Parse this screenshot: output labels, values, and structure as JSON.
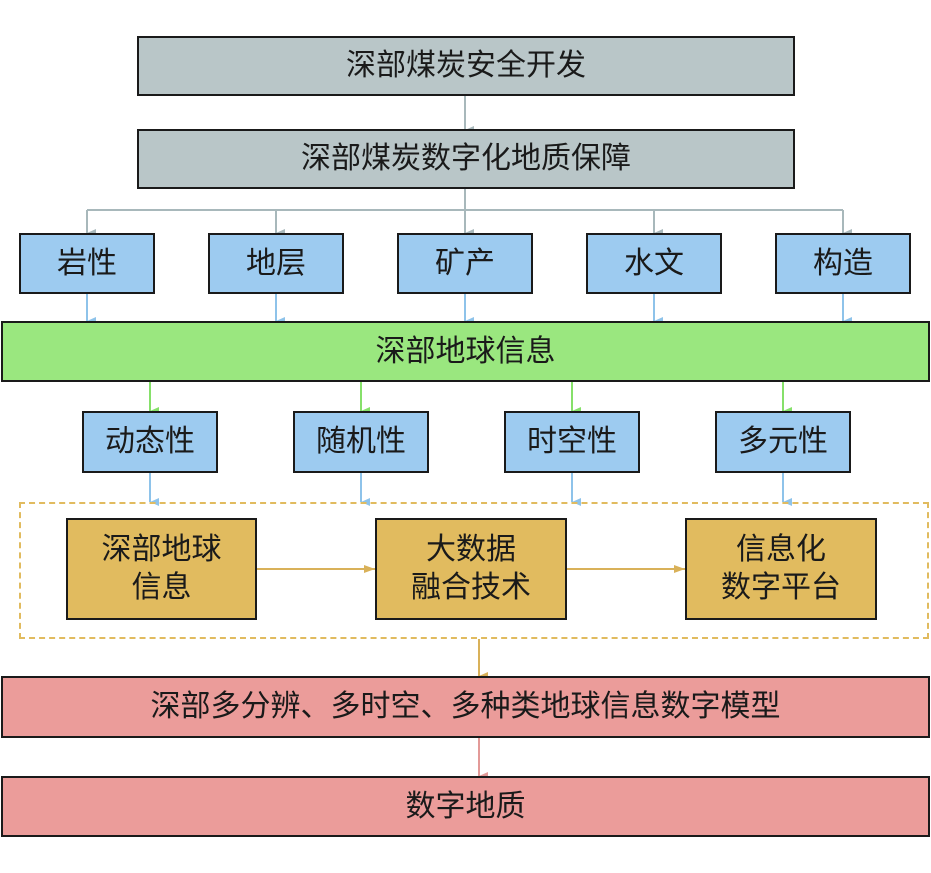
{
  "colors": {
    "gray_box": "#b9c6c8",
    "blue_box": "#9dcbf0",
    "green_box": "#9ae77f",
    "gold_box": "#e1bb5f",
    "pink_box": "#eb9c9a",
    "gray_arrow": "#a8b8bb",
    "blue_arrow": "#8ec3ea",
    "green_arrow": "#86e06a",
    "gold_arrow": "#d9b159",
    "pink_arrow": "#e39a98"
  },
  "top": {
    "goal": "深部煤炭安全开发",
    "guarantee": "深部煤炭数字化地质保障"
  },
  "categories": [
    "岩性",
    "地层",
    "矿产",
    "水文",
    "构造"
  ],
  "earth_info": "深部地球信息",
  "properties": [
    "动态性",
    "随机性",
    "时空性",
    "多元性"
  ],
  "process": {
    "step1": {
      "line1": "深部地球",
      "line2": "信息"
    },
    "step2": {
      "line1": "大数据",
      "line2": "融合技术"
    },
    "step3": {
      "line1": "信息化",
      "line2": "数字平台"
    }
  },
  "model": "深部多分辨、多时空、多种类地球信息数字模型",
  "result": "数字地质"
}
